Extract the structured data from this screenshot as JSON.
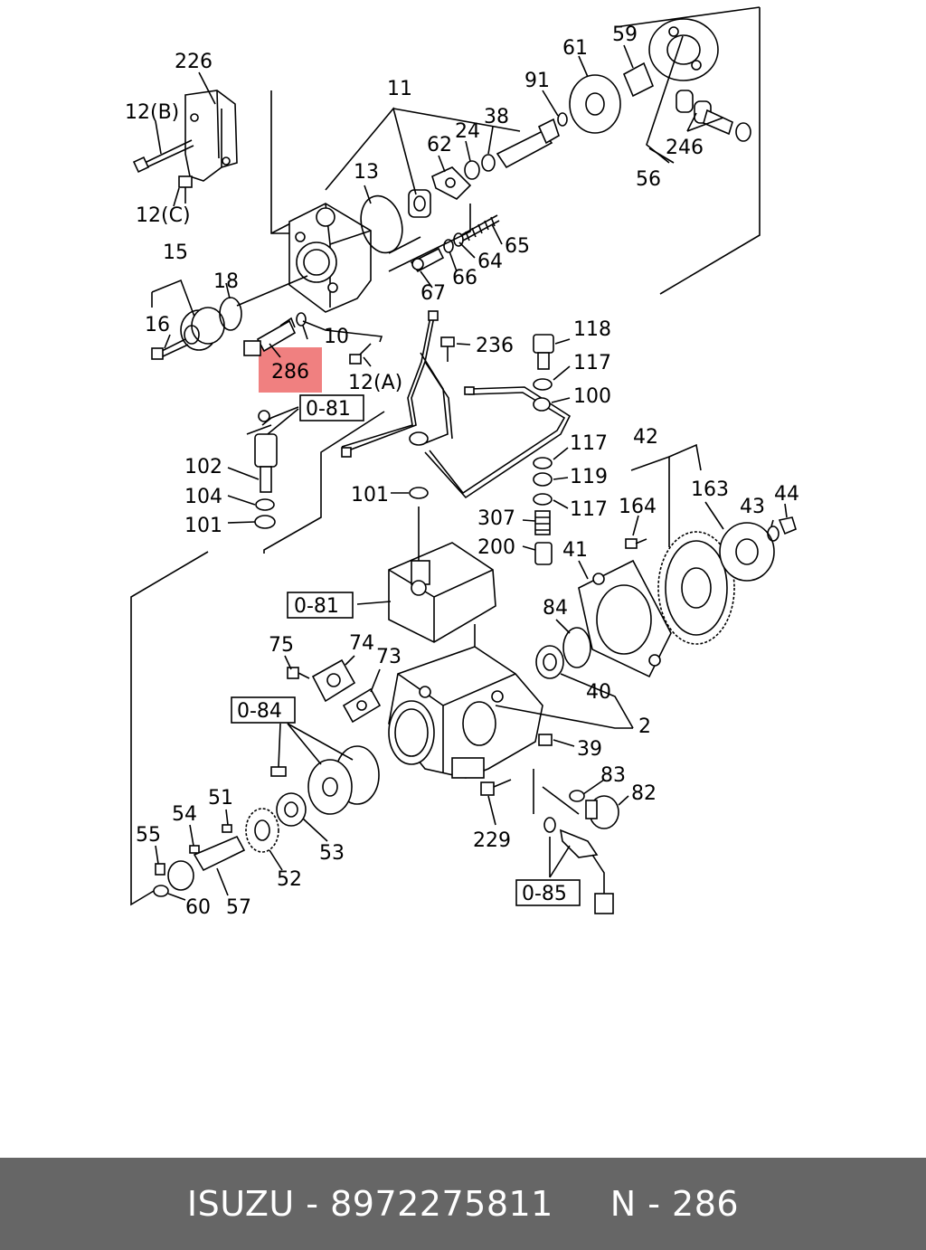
{
  "highlight_label": "286",
  "highlight_color": "#f08080",
  "footer": {
    "text": "ISUZU - 8972275811     N - 286",
    "background": "#666666"
  },
  "labels": {
    "l226": "226",
    "l12b": "12(B)",
    "l12c": "12(C)",
    "l11": "11",
    "l13": "13",
    "l62": "62",
    "l24": "24",
    "l38": "38",
    "l91": "91",
    "l61": "61",
    "l59": "59",
    "l246": "246",
    "l56": "56",
    "l15": "15",
    "l18": "18",
    "l16": "16",
    "l10": "10",
    "l12a": "12(A)",
    "l65": "65",
    "l64": "64",
    "l66": "66",
    "l67": "67",
    "l236": "236",
    "l118": "118",
    "l117a": "117",
    "l100": "100",
    "l117b": "117",
    "l119": "119",
    "l117c": "117",
    "l081a": "0-81",
    "l102": "102",
    "l104": "104",
    "l101a": "101",
    "l101b": "101",
    "l307": "307",
    "l200": "200",
    "l41": "41",
    "l42": "42",
    "l163": "163",
    "l164": "164",
    "l43": "43",
    "l44": "44",
    "l081b": "0-81",
    "l84": "84",
    "l40": "40",
    "l2": "2",
    "l75": "75",
    "l74": "74",
    "l73": "73",
    "l084": "0-84",
    "l39": "39",
    "l83": "83",
    "l82": "82",
    "l51": "51",
    "l54": "54",
    "l55": "55",
    "l53": "53",
    "l52": "52",
    "l60": "60",
    "l57": "57",
    "l229": "229",
    "l085": "0-85"
  }
}
